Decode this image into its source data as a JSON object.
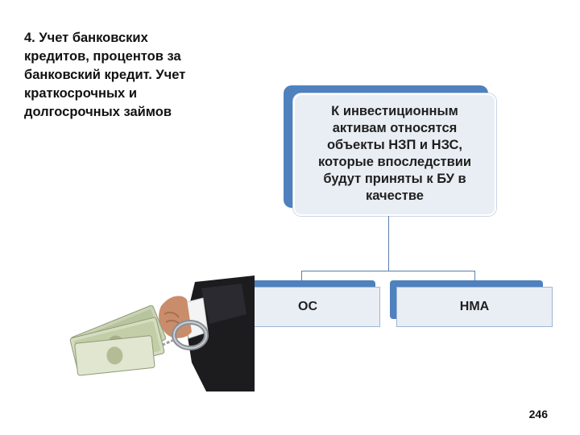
{
  "slide": {
    "title": "4. Учет банковских\nкредитов, процентов за\nбанковский кредит. Учет\nкраткосрочных и\nдолгосрочных займов",
    "page_number": "246"
  },
  "diagram": {
    "root": {
      "text": "К инвестиционным\nактивам относятся\nобъекты НЗП и НЗС,\nкоторые впоследствии\nбудут приняты к БУ в\nкачестве"
    },
    "children": [
      {
        "label": "ОС"
      },
      {
        "label": "НМА"
      }
    ]
  },
  "colors": {
    "box_accent": "#4e81bd",
    "box_fill": "#e9eef4",
    "connector": "#5d7fa9"
  },
  "illustration": {
    "icons": [
      "money-banknotes-icon",
      "handcuffs-icon",
      "hand-in-suit-icon"
    ]
  }
}
